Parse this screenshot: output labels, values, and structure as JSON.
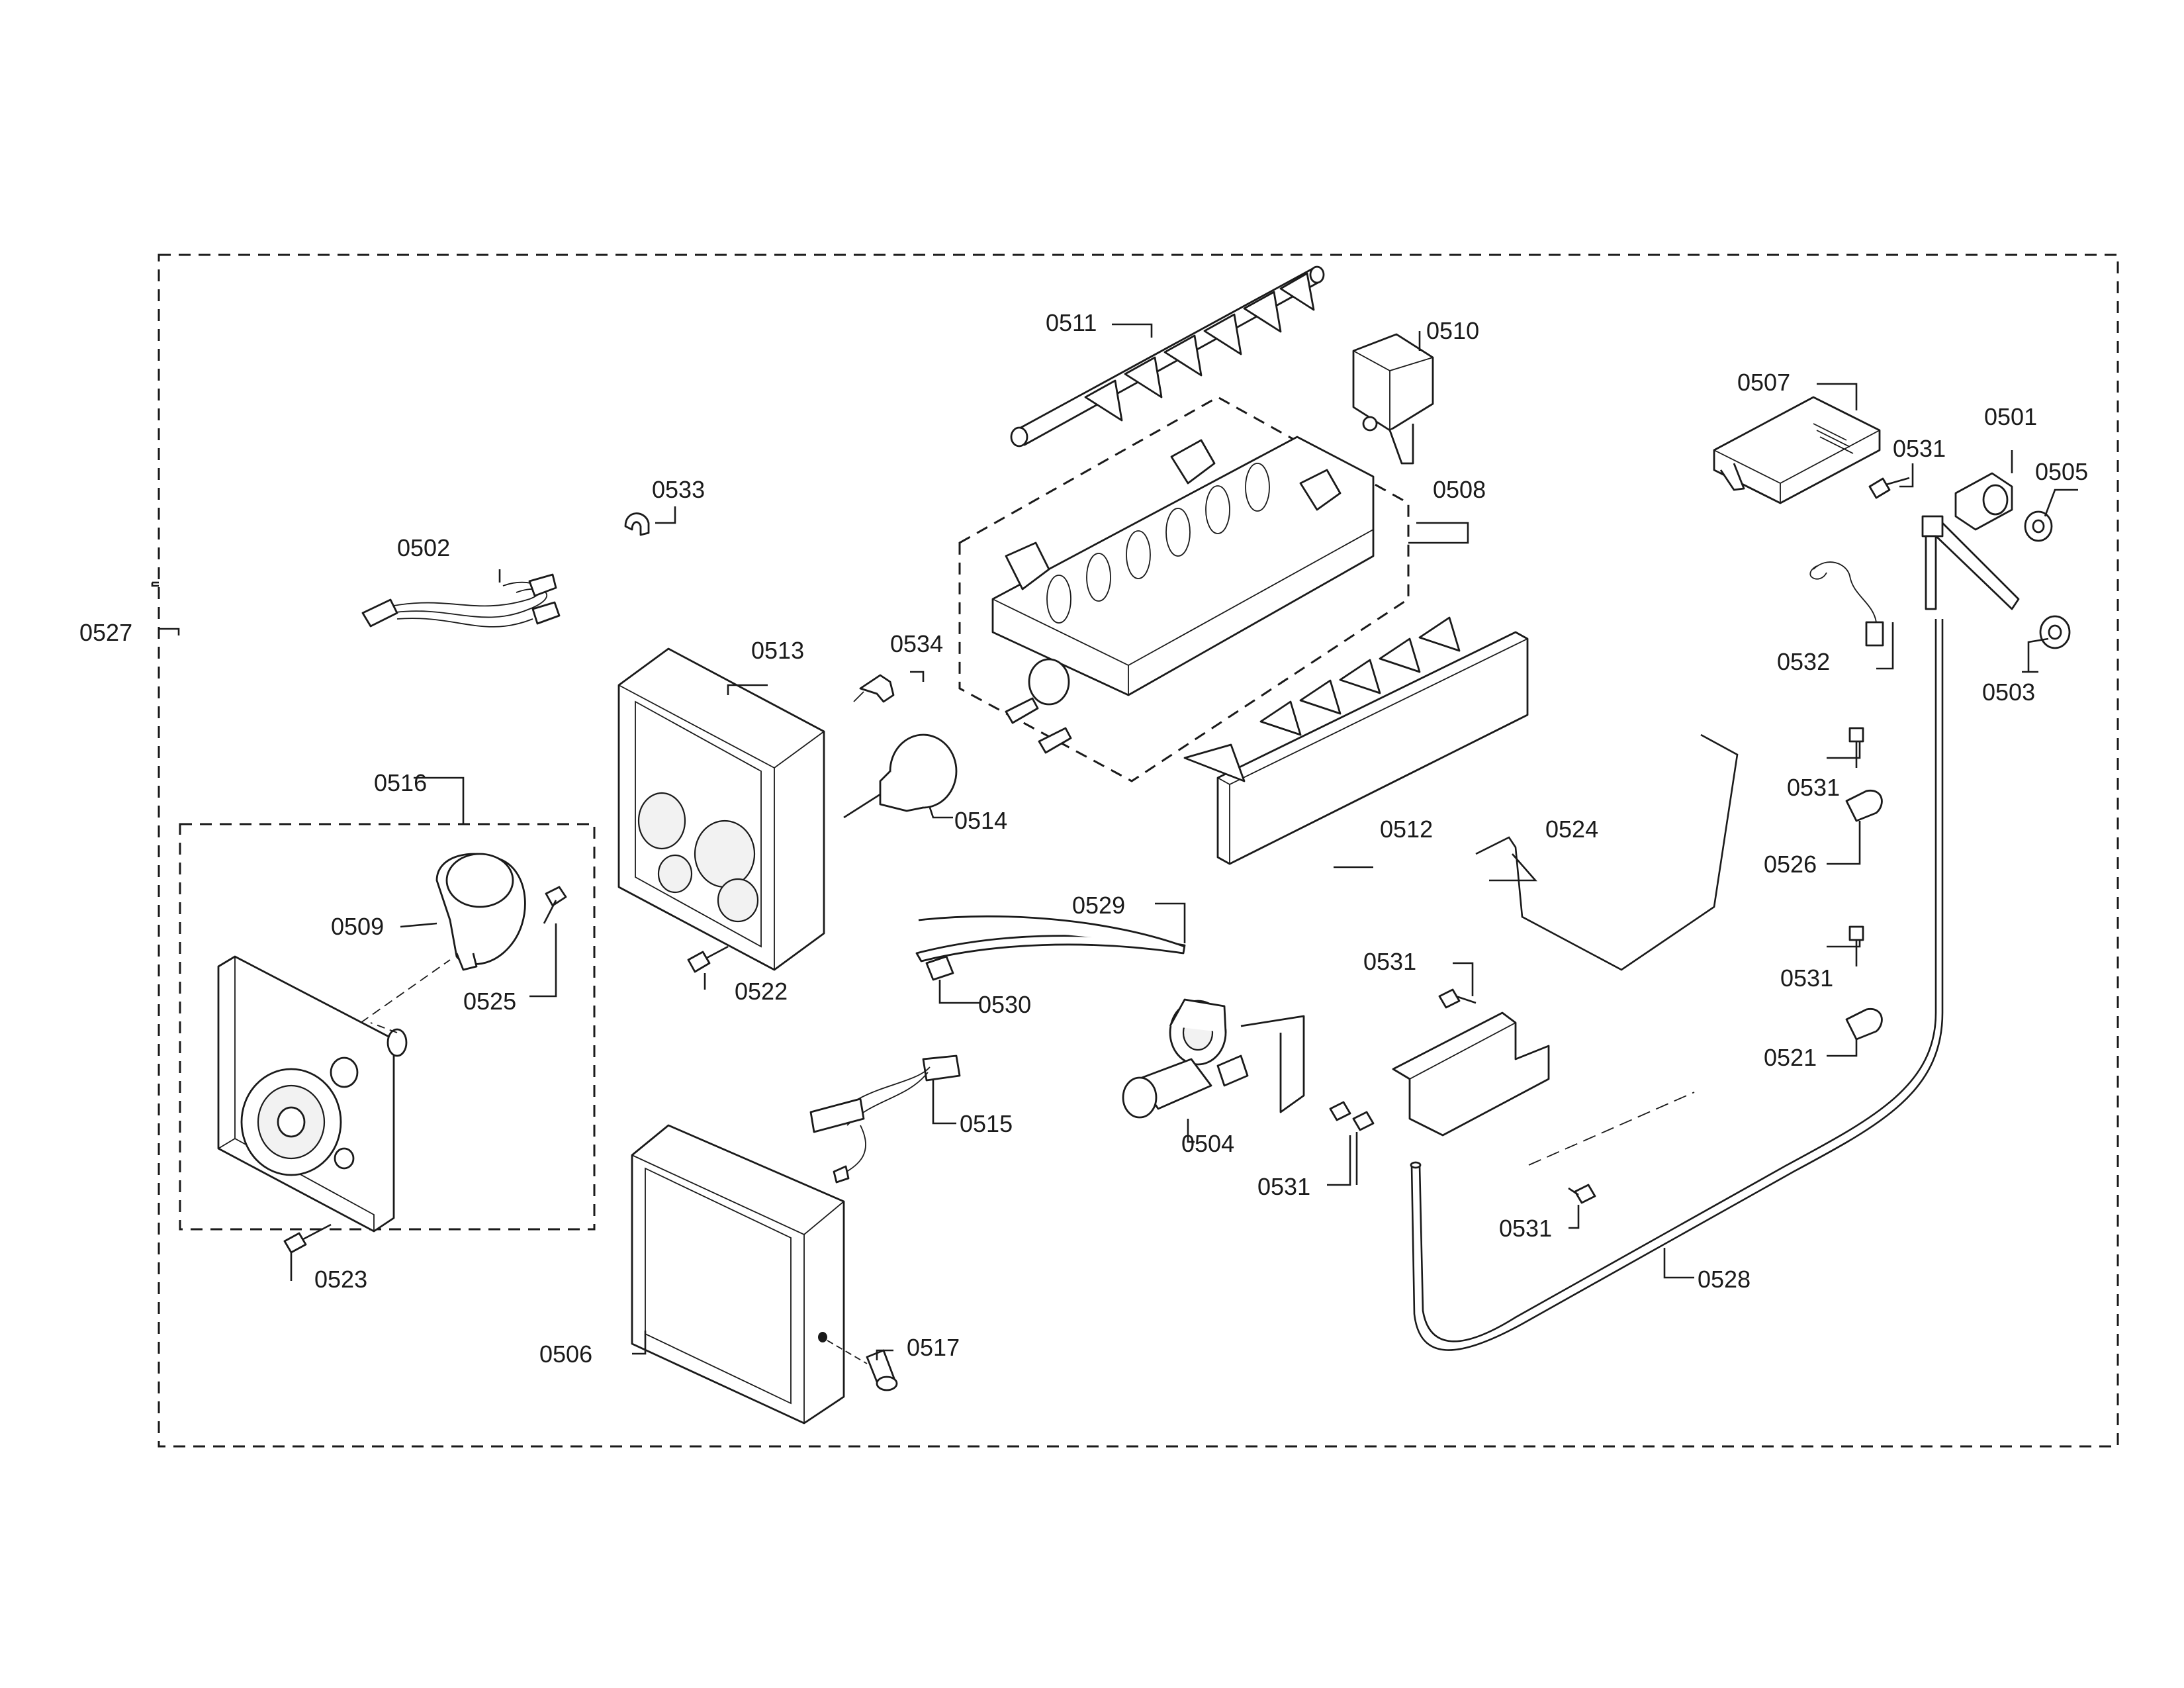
{
  "diagram": {
    "part_labels": {
      "p0501": "0501",
      "p0502": "0502",
      "p0503": "0503",
      "p0504": "0504",
      "p0505": "0505",
      "p0506": "0506",
      "p0507": "0507",
      "p0508": "0508",
      "p0509": "0509",
      "p0510": "0510",
      "p0511": "0511",
      "p0512": "0512",
      "p0513": "0513",
      "p0514": "0514",
      "p0515": "0515",
      "p0516": "0516",
      "p0517": "0517",
      "p0521": "0521",
      "p0522": "0522",
      "p0523": "0523",
      "p0524": "0524",
      "p0525": "0525",
      "p0526": "0526",
      "p0527": "0527",
      "p0528": "0528",
      "p0529": "0529",
      "p0530": "0530",
      "p0531": "0531",
      "p0532": "0532",
      "p0533": "0533",
      "p0534": "0534"
    }
  }
}
